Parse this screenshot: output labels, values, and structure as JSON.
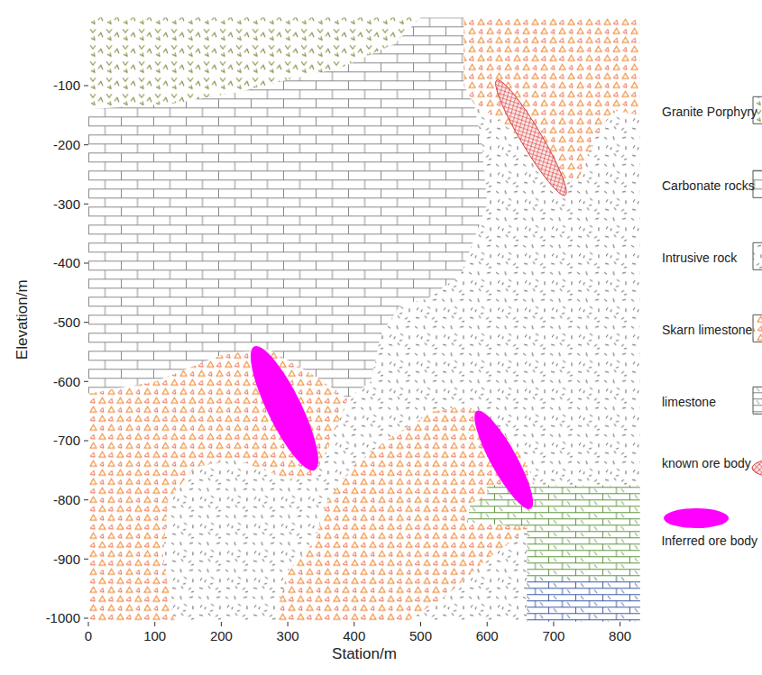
{
  "diagram": {
    "labels": [
      "Elevation/m",
      "-100",
      "-200",
      "-300",
      "-400",
      "-500",
      "-600",
      "-700",
      "-800",
      "-900",
      "-1000",
      "0",
      "100",
      "200",
      "300",
      "400",
      "500",
      "600",
      "700",
      "800",
      "Station/m"
    ],
    "legend": [
      {
        "text": "Granite Porphyry"
      },
      {
        "text": "Carbonate rocks"
      },
      {
        "text": "Intrusive rock"
      },
      {
        "text": "Skarn limestone"
      },
      {
        "text": "limestone"
      },
      {
        "text": "known ore body"
      },
      {
        "text": "Inferred ore body",
        "color": "#ff00ff"
      }
    ]
  }
}
